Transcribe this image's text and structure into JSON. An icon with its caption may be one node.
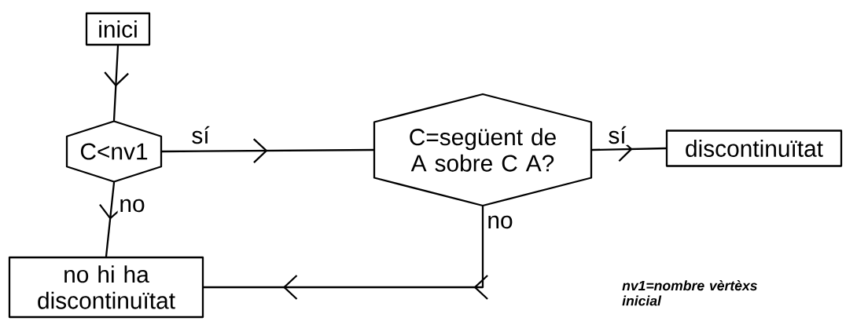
{
  "diagram": {
    "nodes": [
      {
        "text": [
          "inici"
        ]
      },
      {
        "text": [
          "C<nv1"
        ]
      },
      {
        "text": [
          "C=següent de A sobre C A?"
        ]
      },
      {
        "text": [
          "discontinuïtat"
        ]
      },
      {
        "text": [
          "no hi ha discontinuïtat"
        ]
      }
    ],
    "edges": [
      {
        "from": 0,
        "to": 1,
        "arrow": "to"
      },
      {
        "from": 1,
        "to": 2,
        "arrow": "to",
        "label": "sí"
      },
      {
        "from": 2,
        "to": 3,
        "arrow": "to",
        "label": "sí"
      },
      {
        "from": 1,
        "to": 4,
        "arrow": "to",
        "label": "no"
      },
      {
        "from": 2,
        "to": 4,
        "arrow": "to",
        "label": "no"
      }
    ],
    "labels": [
      "nv1=nombre vèrtèxs inicial"
    ]
  }
}
